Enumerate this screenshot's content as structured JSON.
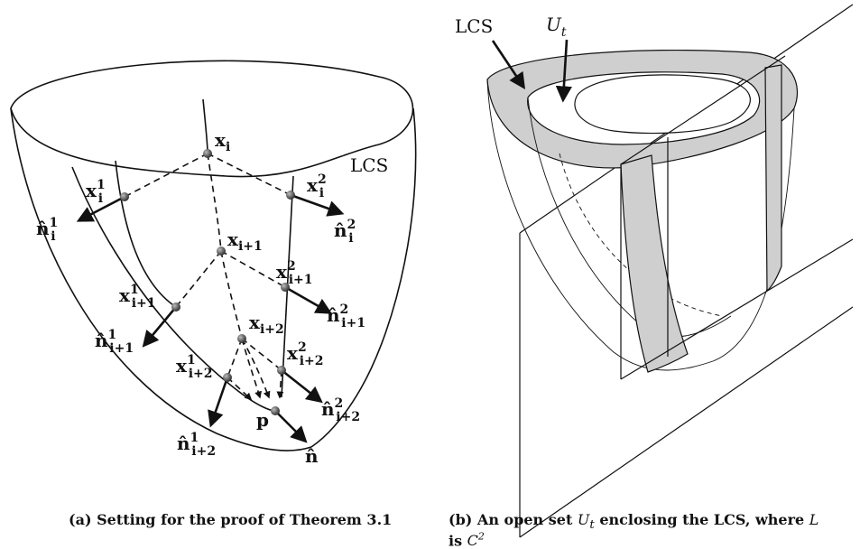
{
  "left_panel": {
    "surface_label": "LCS",
    "points": {
      "x_i": "x",
      "x_i_sub": "i",
      "x_i1": "x",
      "x_i1_sup": "1",
      "x_i1_sub": "i",
      "x_i2": "x",
      "x_i2_sup": "2",
      "x_i2_sub": "i",
      "x_ip1": "x",
      "x_ip1_sub": "i+1",
      "x_ip1_1": "x",
      "x_ip1_1_sup": "1",
      "x_ip1_1_sub": "i+1",
      "x_ip1_2": "x",
      "x_ip1_2_sup": "2",
      "x_ip1_2_sub": "i+1",
      "x_ip2": "x",
      "x_ip2_sub": "i+2",
      "x_ip2_1": "x",
      "x_ip2_1_sup": "1",
      "x_ip2_1_sub": "i+2",
      "x_ip2_2": "x",
      "x_ip2_2_sup": "2",
      "x_ip2_2_sub": "i+2",
      "p": "p"
    },
    "normals": {
      "n_i1": "n̂",
      "n_i1_sup": "1",
      "n_i1_sub": "i",
      "n_i2": "n̂",
      "n_i2_sup": "2",
      "n_i2_sub": "i",
      "n_ip1_1": "n̂",
      "n_ip1_1_sup": "1",
      "n_ip1_1_sub": "i+1",
      "n_ip1_2": "n̂",
      "n_ip1_2_sup": "2",
      "n_ip1_2_sub": "i+1",
      "n_ip2_1": "n̂",
      "n_ip2_1_sup": "1",
      "n_ip2_1_sub": "i+2",
      "n_ip2_2": "n̂",
      "n_ip2_2_sup": "2",
      "n_ip2_2_sub": "i+2",
      "n": "n̂"
    },
    "caption": "(a) Setting for the proof of Theorem 3.1"
  },
  "right_panel": {
    "lcs_label": "LCS",
    "u_label": "U",
    "u_sub": "t",
    "caption_line1_pre": "(b) An open set",
    "caption_math_u": "U",
    "caption_math_t": "t",
    "caption_line1_post": "enclosing the LCS, where",
    "caption_math_l": "L",
    "caption_line2_pre": "is",
    "caption_math_c": "C",
    "caption_math_c_sup": "2"
  },
  "colors": {
    "ink": "#111111",
    "shade": "#cfcfcf"
  }
}
